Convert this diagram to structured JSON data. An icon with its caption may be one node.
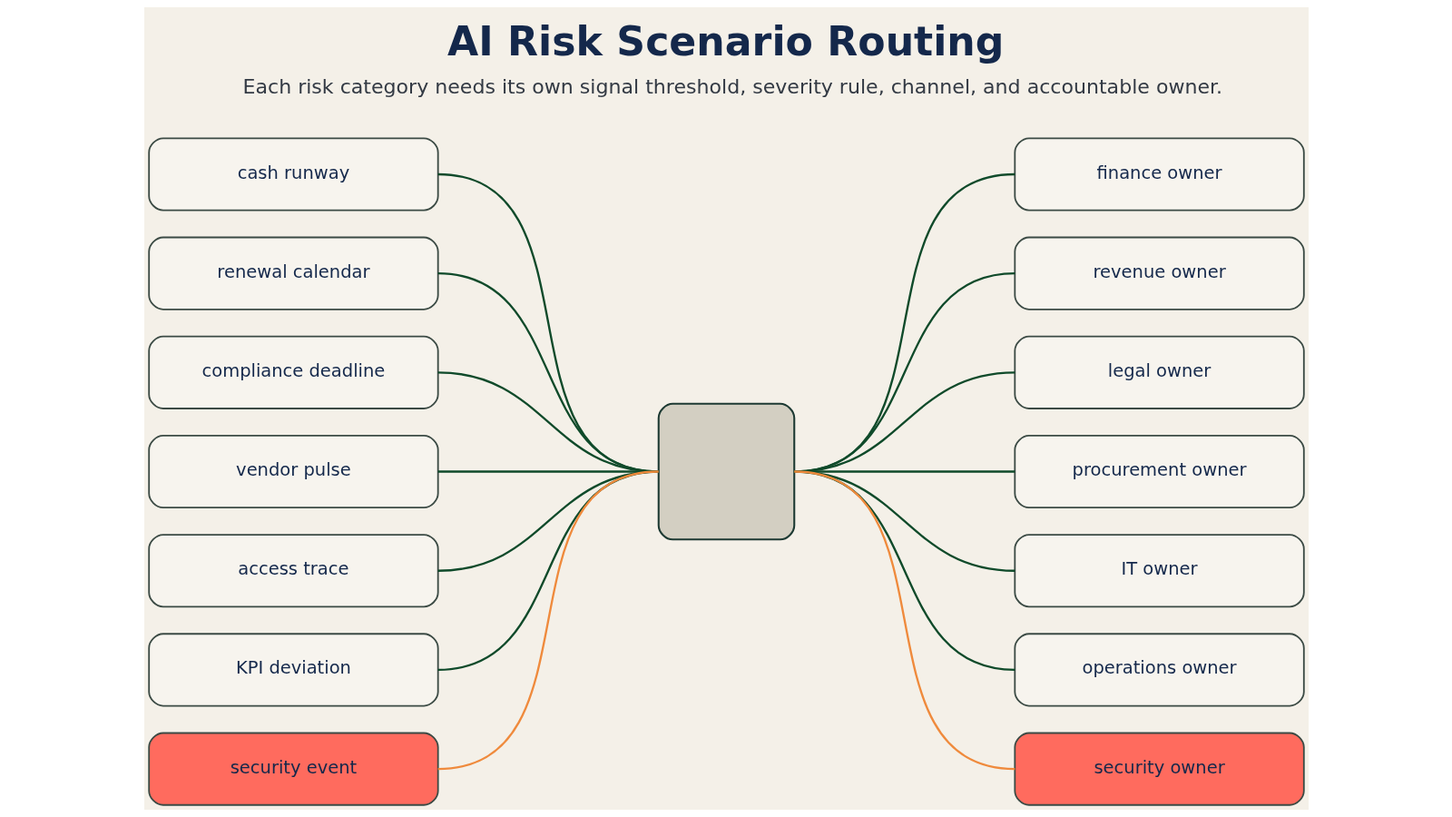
{
  "diagram": {
    "title": "AI Risk Scenario Routing",
    "caption": "Each risk category needs its own signal threshold, severity rule, channel, and accountable owner.",
    "nodes": [
      {
        "text": [
          "cash runway"
        ]
      },
      {
        "text": [
          "renewal calendar"
        ]
      },
      {
        "text": [
          "compliance deadline"
        ]
      },
      {
        "text": [
          "vendor pulse"
        ]
      },
      {
        "text": [
          "access trace"
        ]
      },
      {
        "text": [
          "KPI deviation"
        ]
      },
      {
        "text": [
          "security event"
        ]
      },
      {
        "text": [],
        "shape": "box"
      },
      {
        "text": [
          "finance owner"
        ]
      },
      {
        "text": [
          "revenue owner"
        ]
      },
      {
        "text": [
          "legal owner"
        ]
      },
      {
        "text": [
          "procurement owner"
        ]
      },
      {
        "text": [
          "IT owner"
        ]
      },
      {
        "text": [
          "operations owner"
        ]
      },
      {
        "text": [
          "security owner"
        ]
      }
    ],
    "edges": [
      {
        "from": 0,
        "to": 7,
        "arrow": "none"
      },
      {
        "from": 1,
        "to": 7,
        "arrow": "none"
      },
      {
        "from": 2,
        "to": 7,
        "arrow": "none"
      },
      {
        "from": 3,
        "to": 7,
        "arrow": "none"
      },
      {
        "from": 4,
        "to": 7,
        "arrow": "none"
      },
      {
        "from": 5,
        "to": 7,
        "arrow": "none"
      },
      {
        "from": 6,
        "to": 7,
        "arrow": "none",
        "color": "#ef8a3c"
      },
      {
        "from": 7,
        "to": 8,
        "arrow": "none"
      },
      {
        "from": 7,
        "to": 9,
        "arrow": "none"
      },
      {
        "from": 7,
        "to": 10,
        "arrow": "none"
      },
      {
        "from": 7,
        "to": 11,
        "arrow": "none"
      },
      {
        "from": 7,
        "to": 12,
        "arrow": "none"
      },
      {
        "from": 7,
        "to": 13,
        "arrow": "none"
      },
      {
        "from": 7,
        "to": 14,
        "arrow": "none",
        "color": "#ef8a3c"
      }
    ]
  }
}
